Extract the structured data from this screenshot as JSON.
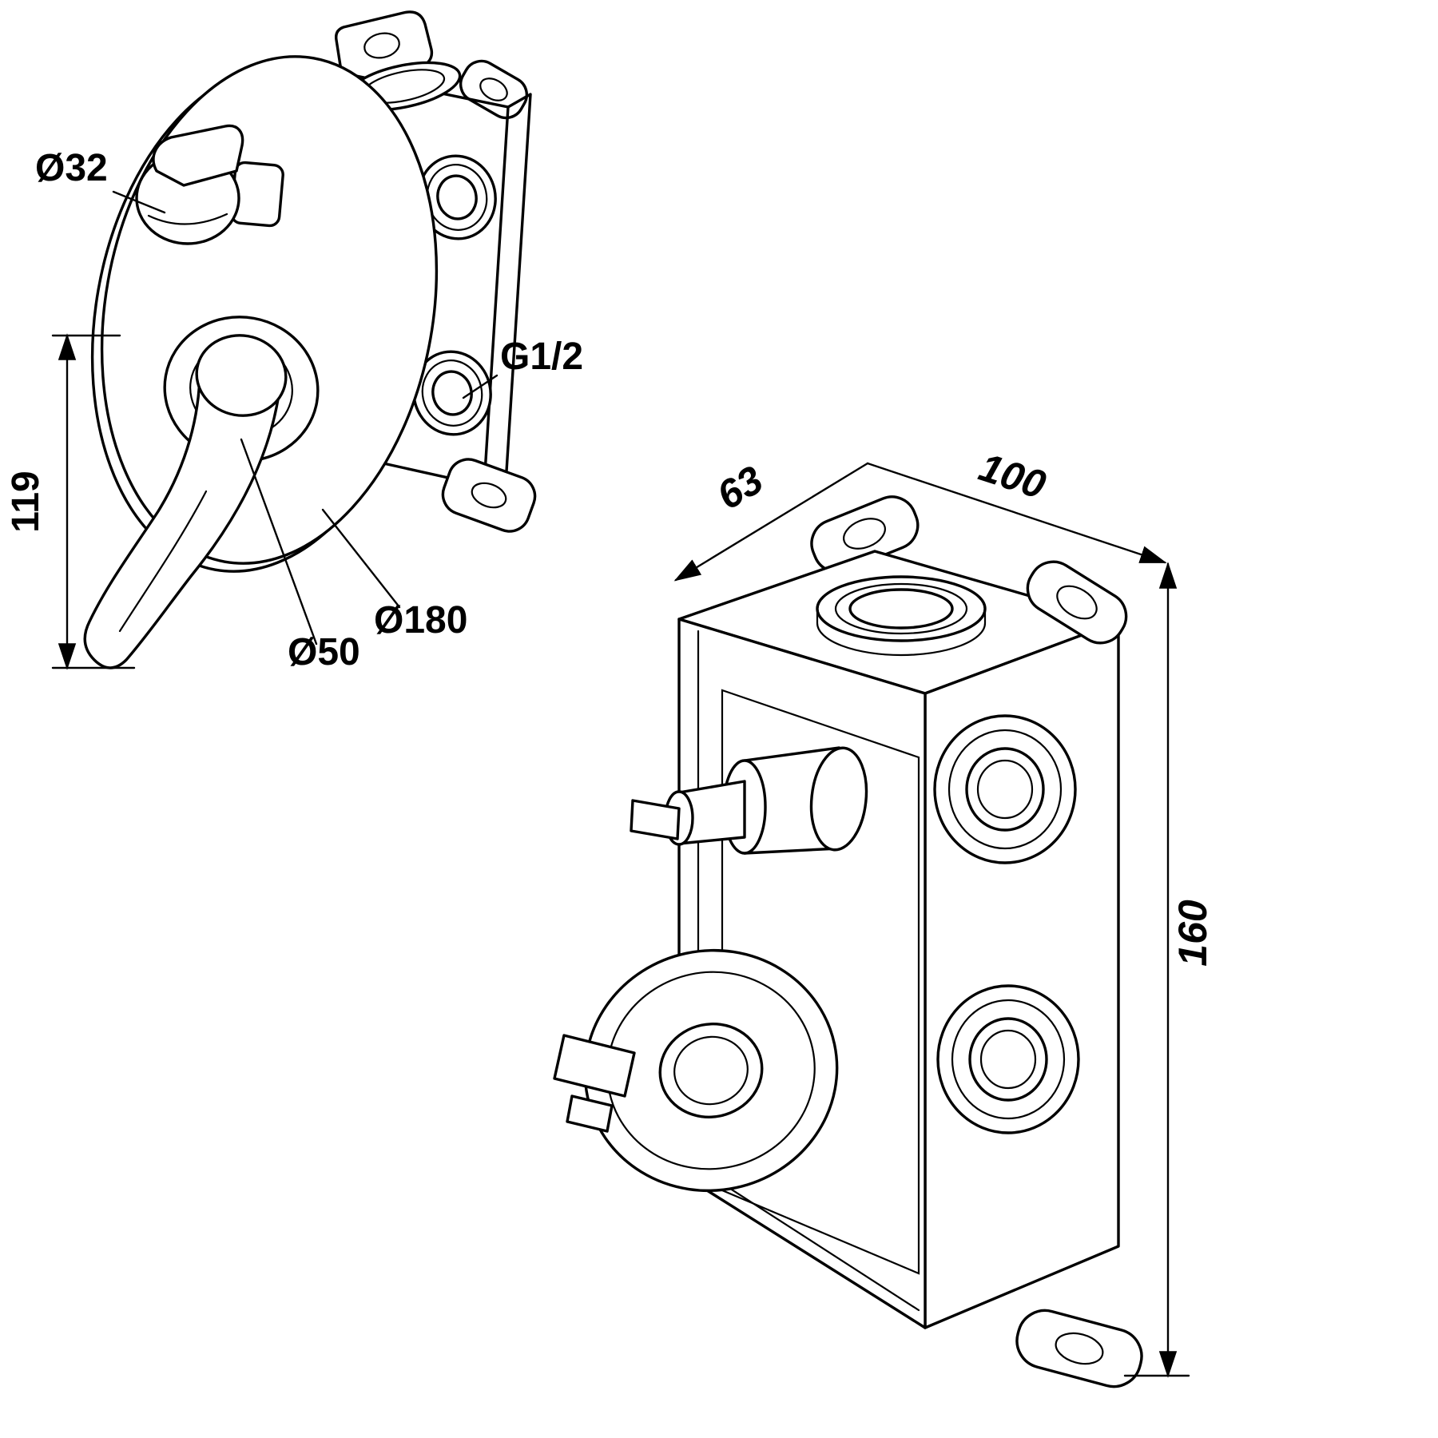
{
  "page": {
    "background": "#ffffff",
    "line_color": "#000000"
  },
  "front_view": {
    "labels": {
      "knob_diameter": "Ø32",
      "lever_height": "119",
      "handle_base_diameter": "Ø50",
      "plate_diameter": "Ø180",
      "connection_thread": "G1/2"
    }
  },
  "box_view": {
    "labels": {
      "depth": "63",
      "width": "100",
      "height": "160"
    }
  }
}
